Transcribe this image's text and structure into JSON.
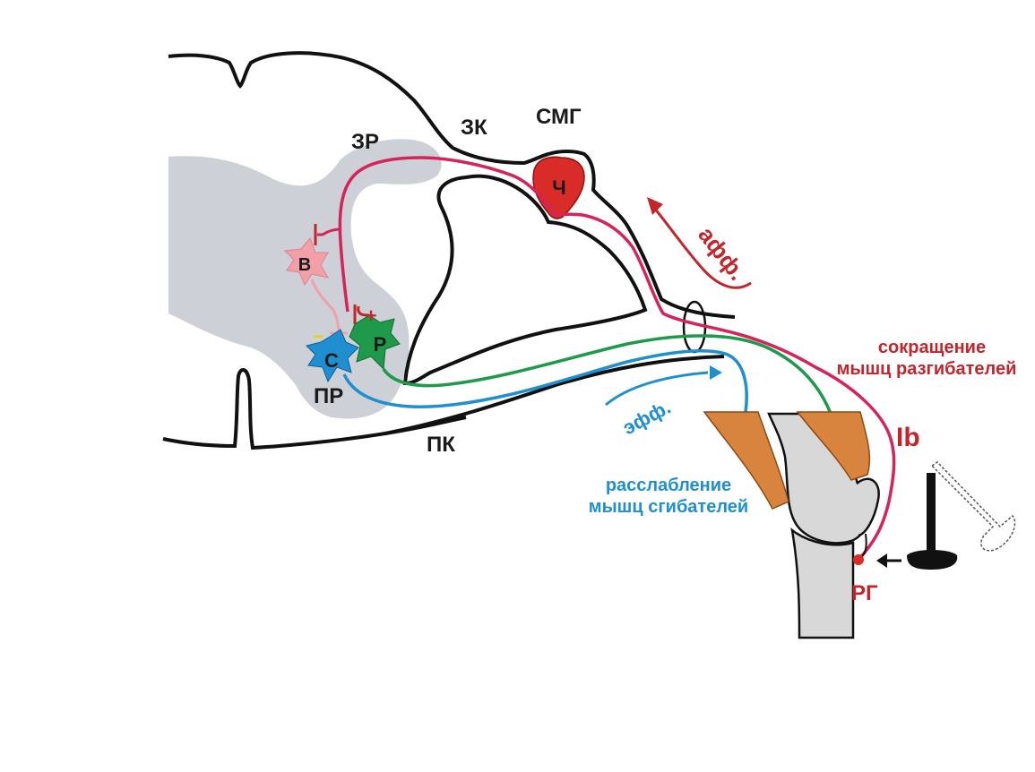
{
  "labels": {
    "dorsal_root": "ЗР",
    "dorsal_column": "ЗК",
    "spinal_ganglion": "СМГ",
    "ventral_root": "ПР",
    "ventral_column": "ПК",
    "sensory_cell": "Ч",
    "interneuron": "В",
    "motoneuron_extensor": "Р",
    "motoneuron_flexor": "С",
    "plus_sign": "+",
    "minus_sign": "–",
    "afferent": "афф.",
    "efferent": "эфф.",
    "fiber_type": "Ib",
    "receptor": "РГ",
    "extensor_contraction_line1": "сокращение",
    "extensor_contraction_line2": "мышц разгибателей",
    "flexor_relaxation_line1": "расслабление",
    "flexor_relaxation_line2": "мышц сгибателей"
  },
  "colors": {
    "afferent_path": "#d4245a",
    "afferent_arrow": "#c0262b",
    "efferent_extensor": "#1e9a4a",
    "efferent_flexor": "#1f8fcf",
    "interneuron": "#f2a0a8",
    "grey_matter": "#cdd0d6",
    "ganglion_cell": "#d92b27",
    "muscle": "#d9843e",
    "bone": "#d8d8d8"
  }
}
